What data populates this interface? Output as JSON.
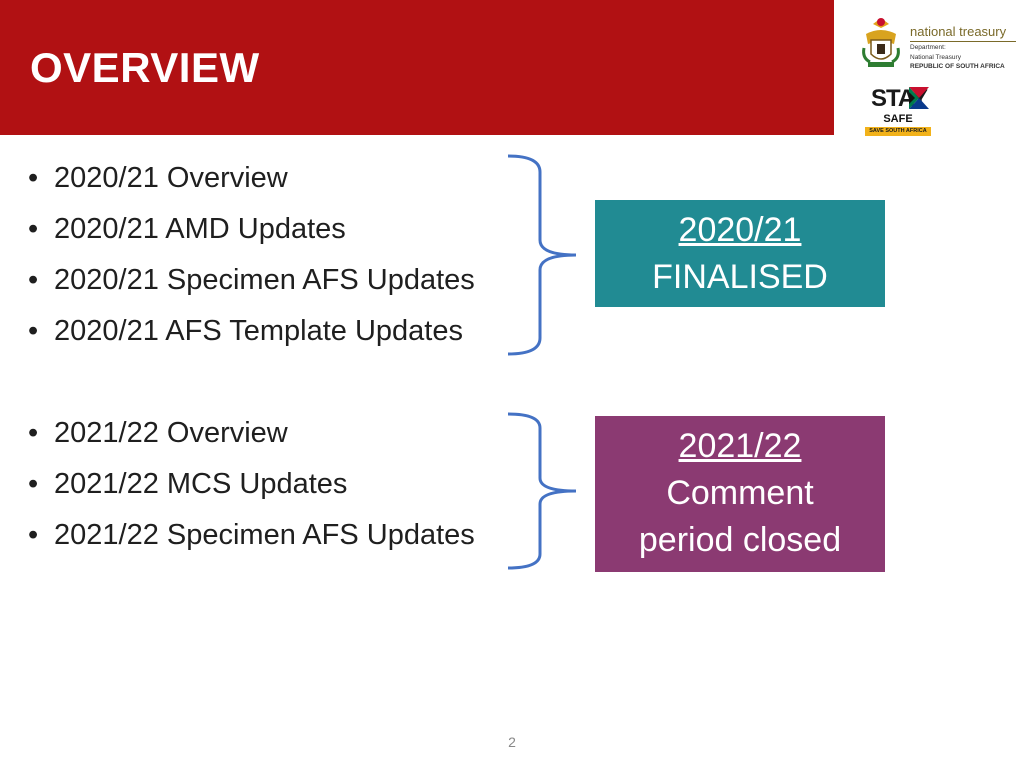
{
  "header": {
    "title": "OVERVIEW",
    "bar_color": "#b11113"
  },
  "logo": {
    "brand": "national treasury",
    "line1": "Department:",
    "line2": "National Treasury",
    "line3": "REPUBLIC OF SOUTH AFRICA",
    "icon": "coat-of-arms-icon"
  },
  "stay_safe": {
    "top": "STAY",
    "middle": "SAFE",
    "strip": "SAVE SOUTH AFRICA"
  },
  "group_a": {
    "items": [
      "2020/21 Overview",
      "2020/21 AMD Updates",
      "2020/21 Specimen AFS Updates",
      "2020/21 AFS Template Updates"
    ]
  },
  "group_b": {
    "items": [
      "2021/22 Overview",
      "2021/22 MCS Updates",
      "2021/22 Specimen AFS Updates"
    ]
  },
  "box_a": {
    "year": "2020/21",
    "lines": [
      "FINALISED"
    ],
    "color": "#218b93"
  },
  "box_b": {
    "year": "2021/22",
    "lines": [
      "Comment",
      "period closed"
    ],
    "color": "#8b3a72"
  },
  "brace_color": "#4472c4",
  "page_number": "2"
}
